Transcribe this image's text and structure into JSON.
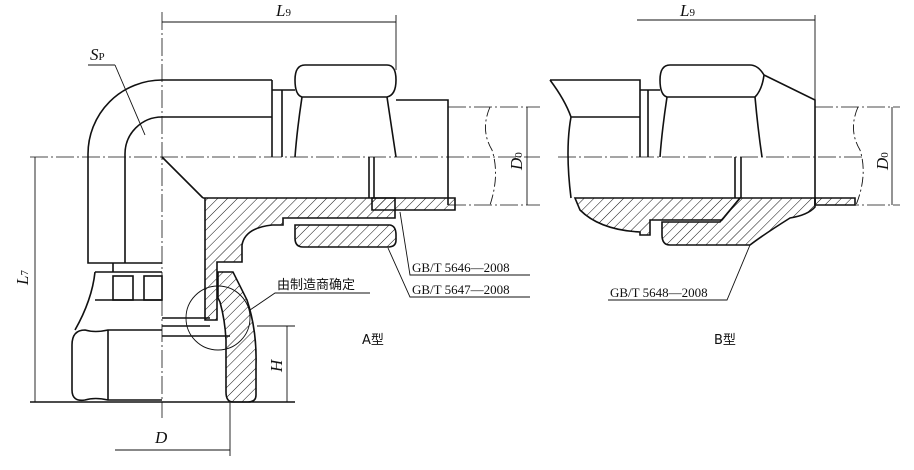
{
  "view_a": {
    "caption": "A型",
    "dim_l9": {
      "main": "L",
      "sub": "9"
    },
    "dim_l7": {
      "main": "L",
      "sub": "7"
    },
    "dim_sp": {
      "main": "S",
      "sub": "P"
    },
    "dim_d0": {
      "main": "D",
      "sub": "0"
    },
    "dim_h": "H",
    "dim_d": "D",
    "note_manufacturer": "由制造商确定",
    "std_1": "GB/T 5646—2008",
    "std_2": "GB/T 5647—2008"
  },
  "view_b": {
    "caption": "B型",
    "dim_l9": {
      "main": "L",
      "sub": "9"
    },
    "dim_d0": {
      "main": "D",
      "sub": "0"
    },
    "std_1": "GB/T 5648—2008"
  }
}
